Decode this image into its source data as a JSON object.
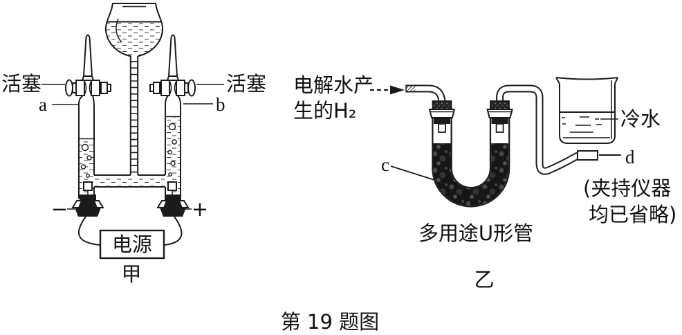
{
  "figure": {
    "caption": "第 19 题图",
    "apparatus_jia": {
      "name": "甲",
      "stopcock_left_label": "活塞",
      "stopcock_right_label": "活塞",
      "tube_a_label": "a",
      "tube_b_label": "b",
      "electrode_negative": "−",
      "electrode_positive": "+",
      "power_supply_label": "电源"
    },
    "apparatus_yi": {
      "name": "乙",
      "gas_label_line1": "电解水产",
      "gas_label_line2": "生的H₂",
      "point_c_label": "c",
      "point_d_label": "d",
      "cold_water_label": "冷水",
      "utube_caption": "多用途U形管",
      "note_line1": "(夹持仪器",
      "note_line2": "均已省略)"
    },
    "colors": {
      "ink": "#1b1b1b",
      "background": "#ffffff"
    }
  }
}
